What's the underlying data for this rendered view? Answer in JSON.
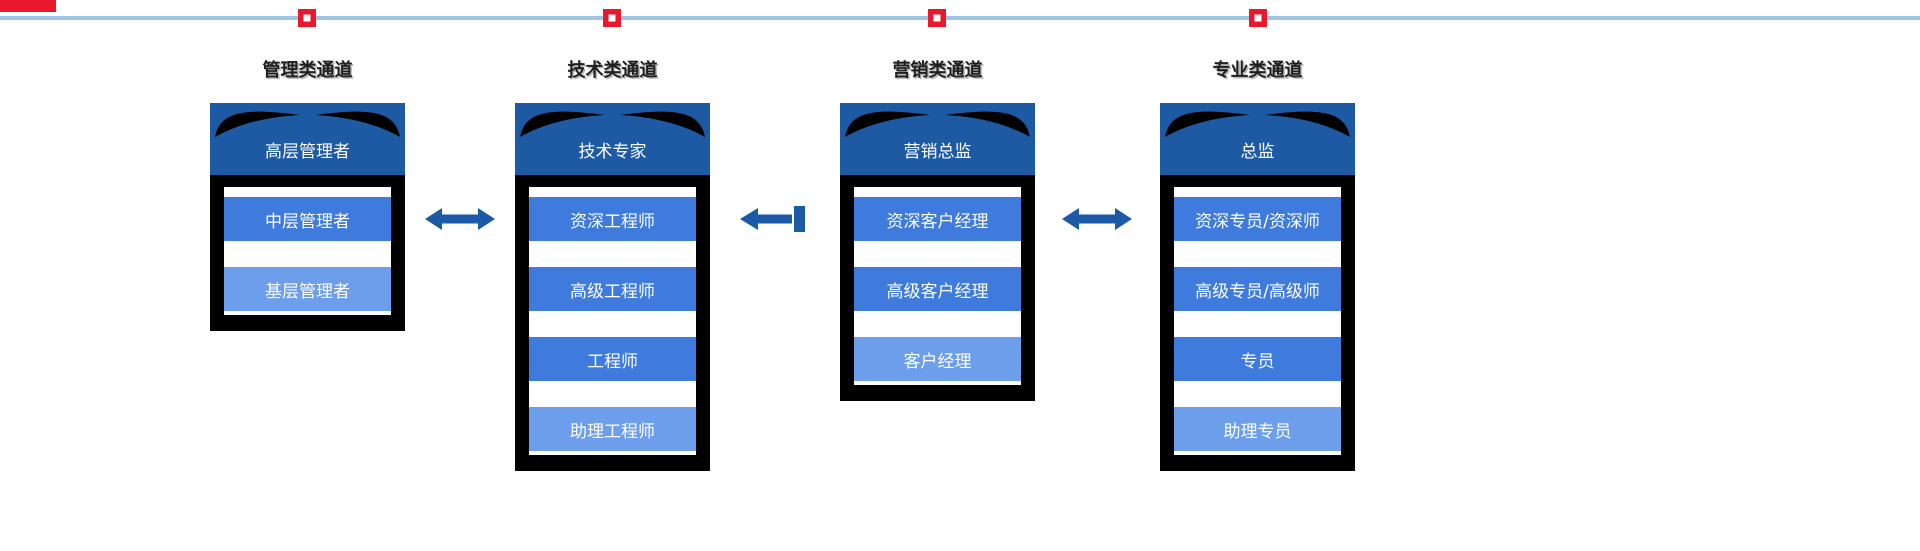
{
  "page": {
    "background": "#ffffff"
  },
  "colors": {
    "accent_red": "#e8192c",
    "line_blue": "#9dc3e6",
    "dark_blue": "#1d5aa3",
    "mid_blue": "#3e7bdc",
    "light_blue": "#6d9eeb",
    "arrow_blue": "#1c5aa8",
    "frame_black": "#000000",
    "title_text": "#1f1f1f",
    "box_text": "#ffffff"
  },
  "channels": [
    {
      "title": "管理类通道",
      "levels": [
        {
          "label": "高层管理者",
          "tone": "dark"
        },
        {
          "label": "中层管理者",
          "tone": "mid"
        },
        {
          "label": "基层管理者",
          "tone": "light"
        }
      ]
    },
    {
      "title": "技术类通道",
      "levels": [
        {
          "label": "技术专家",
          "tone": "dark"
        },
        {
          "label": "资深工程师",
          "tone": "mid"
        },
        {
          "label": "高级工程师",
          "tone": "mid"
        },
        {
          "label": "工程师",
          "tone": "mid"
        },
        {
          "label": "助理工程师",
          "tone": "light"
        }
      ]
    },
    {
      "title": "营销类通道",
      "levels": [
        {
          "label": "营销总监",
          "tone": "dark"
        },
        {
          "label": "资深客户经理",
          "tone": "mid"
        },
        {
          "label": "高级客户经理",
          "tone": "mid"
        },
        {
          "label": "客户经理",
          "tone": "light"
        }
      ]
    },
    {
      "title": "专业类通道",
      "levels": [
        {
          "label": "总监",
          "tone": "dark"
        },
        {
          "label": "资深专员/资深师",
          "tone": "mid"
        },
        {
          "label": "高级专员/高级师",
          "tone": "mid"
        },
        {
          "label": "专员",
          "tone": "mid"
        },
        {
          "label": "助理专员",
          "tone": "light"
        }
      ]
    }
  ],
  "arrows": [
    {
      "type": "double"
    },
    {
      "type": "left-with-bar"
    },
    {
      "type": "double"
    }
  ]
}
